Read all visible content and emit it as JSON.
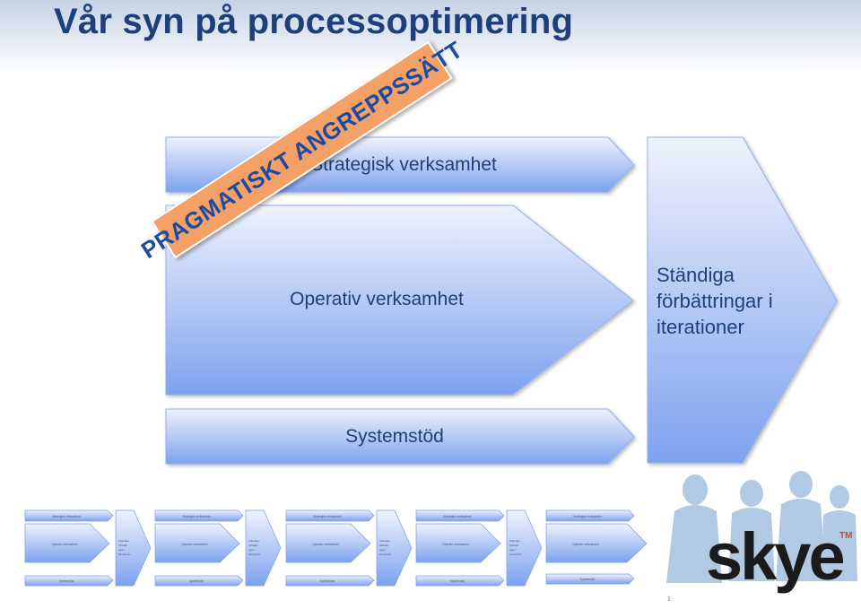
{
  "title": "Vår syn på processoptimering",
  "banner": "PRAGMATISKT ANGREPPSSÄTT",
  "diagram": {
    "strategic": "Strategisk verksamhet",
    "operational": "Operativ verksamhet",
    "system": "Systemstöd",
    "continuous": [
      "Ständiga",
      "förbättringar i",
      "iterationer"
    ]
  },
  "mini_strategic": "Strategisk verksamhet",
  "mini_operational": "Operativ verksamhet",
  "mini_system": "Systemstöd",
  "mini_continuous": [
    "Ständiga",
    "förbättri",
    "ngar i",
    "iterationer"
  ],
  "logo": {
    "word": "skye",
    "tm": "TM"
  },
  "page_number": "1",
  "colors": {
    "title": "#1f3f7a",
    "shape_top": "#e9eefa",
    "shape_bottom": "#7fa3ee",
    "banner": "#f4a067"
  }
}
